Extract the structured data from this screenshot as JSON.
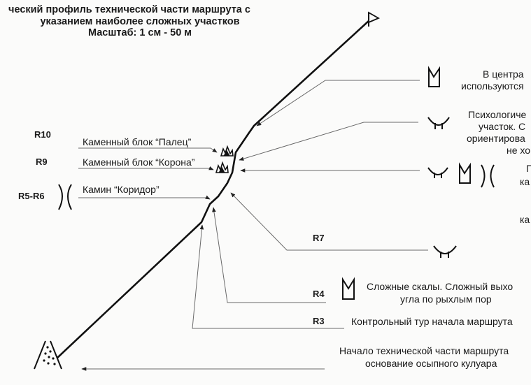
{
  "title": {
    "line1": "ческий профиль технической части маршрута с",
    "line2": "указанием наиболее сложных участков",
    "line3": "Масштаб: 1 см - 50 м"
  },
  "left_markers": [
    {
      "code": "R10",
      "label": "Каменный блок “Палец”"
    },
    {
      "code": "R9",
      "label": "Каменный блок “Корона”"
    },
    {
      "code": "R5-R6",
      "label": "Камин “Коридор”"
    }
  ],
  "right_markers": [
    {
      "code": "R7"
    },
    {
      "code": "R4",
      "label": "Сложные скалы. Сложный выхо",
      "label2": "угла по рыхлым пор"
    },
    {
      "code": "R3",
      "label": "Контрольный тур начала маршрута"
    }
  ],
  "right_notes": {
    "n1_line1": "В центра",
    "n1_line2": "используются",
    "n2_line1": "Психологиче",
    "n2_line2": "участок. С",
    "n2_line3": "ориентирова",
    "n2_line4": "не хо",
    "n3_line1": "Г",
    "n3_line2": "ка",
    "n4_line1": "ка",
    "start_line1": "Начало технической части маршрута",
    "start_line2": "основание осыпного кулуара"
  },
  "icons": [
    "summit-flag-icon",
    "scree-couloir-icon",
    "chimney-icon",
    "inner-corner-icon",
    "overhang-icon",
    "rock-block-icon"
  ],
  "colors": {
    "route": "#111111",
    "leader": "#555555"
  }
}
